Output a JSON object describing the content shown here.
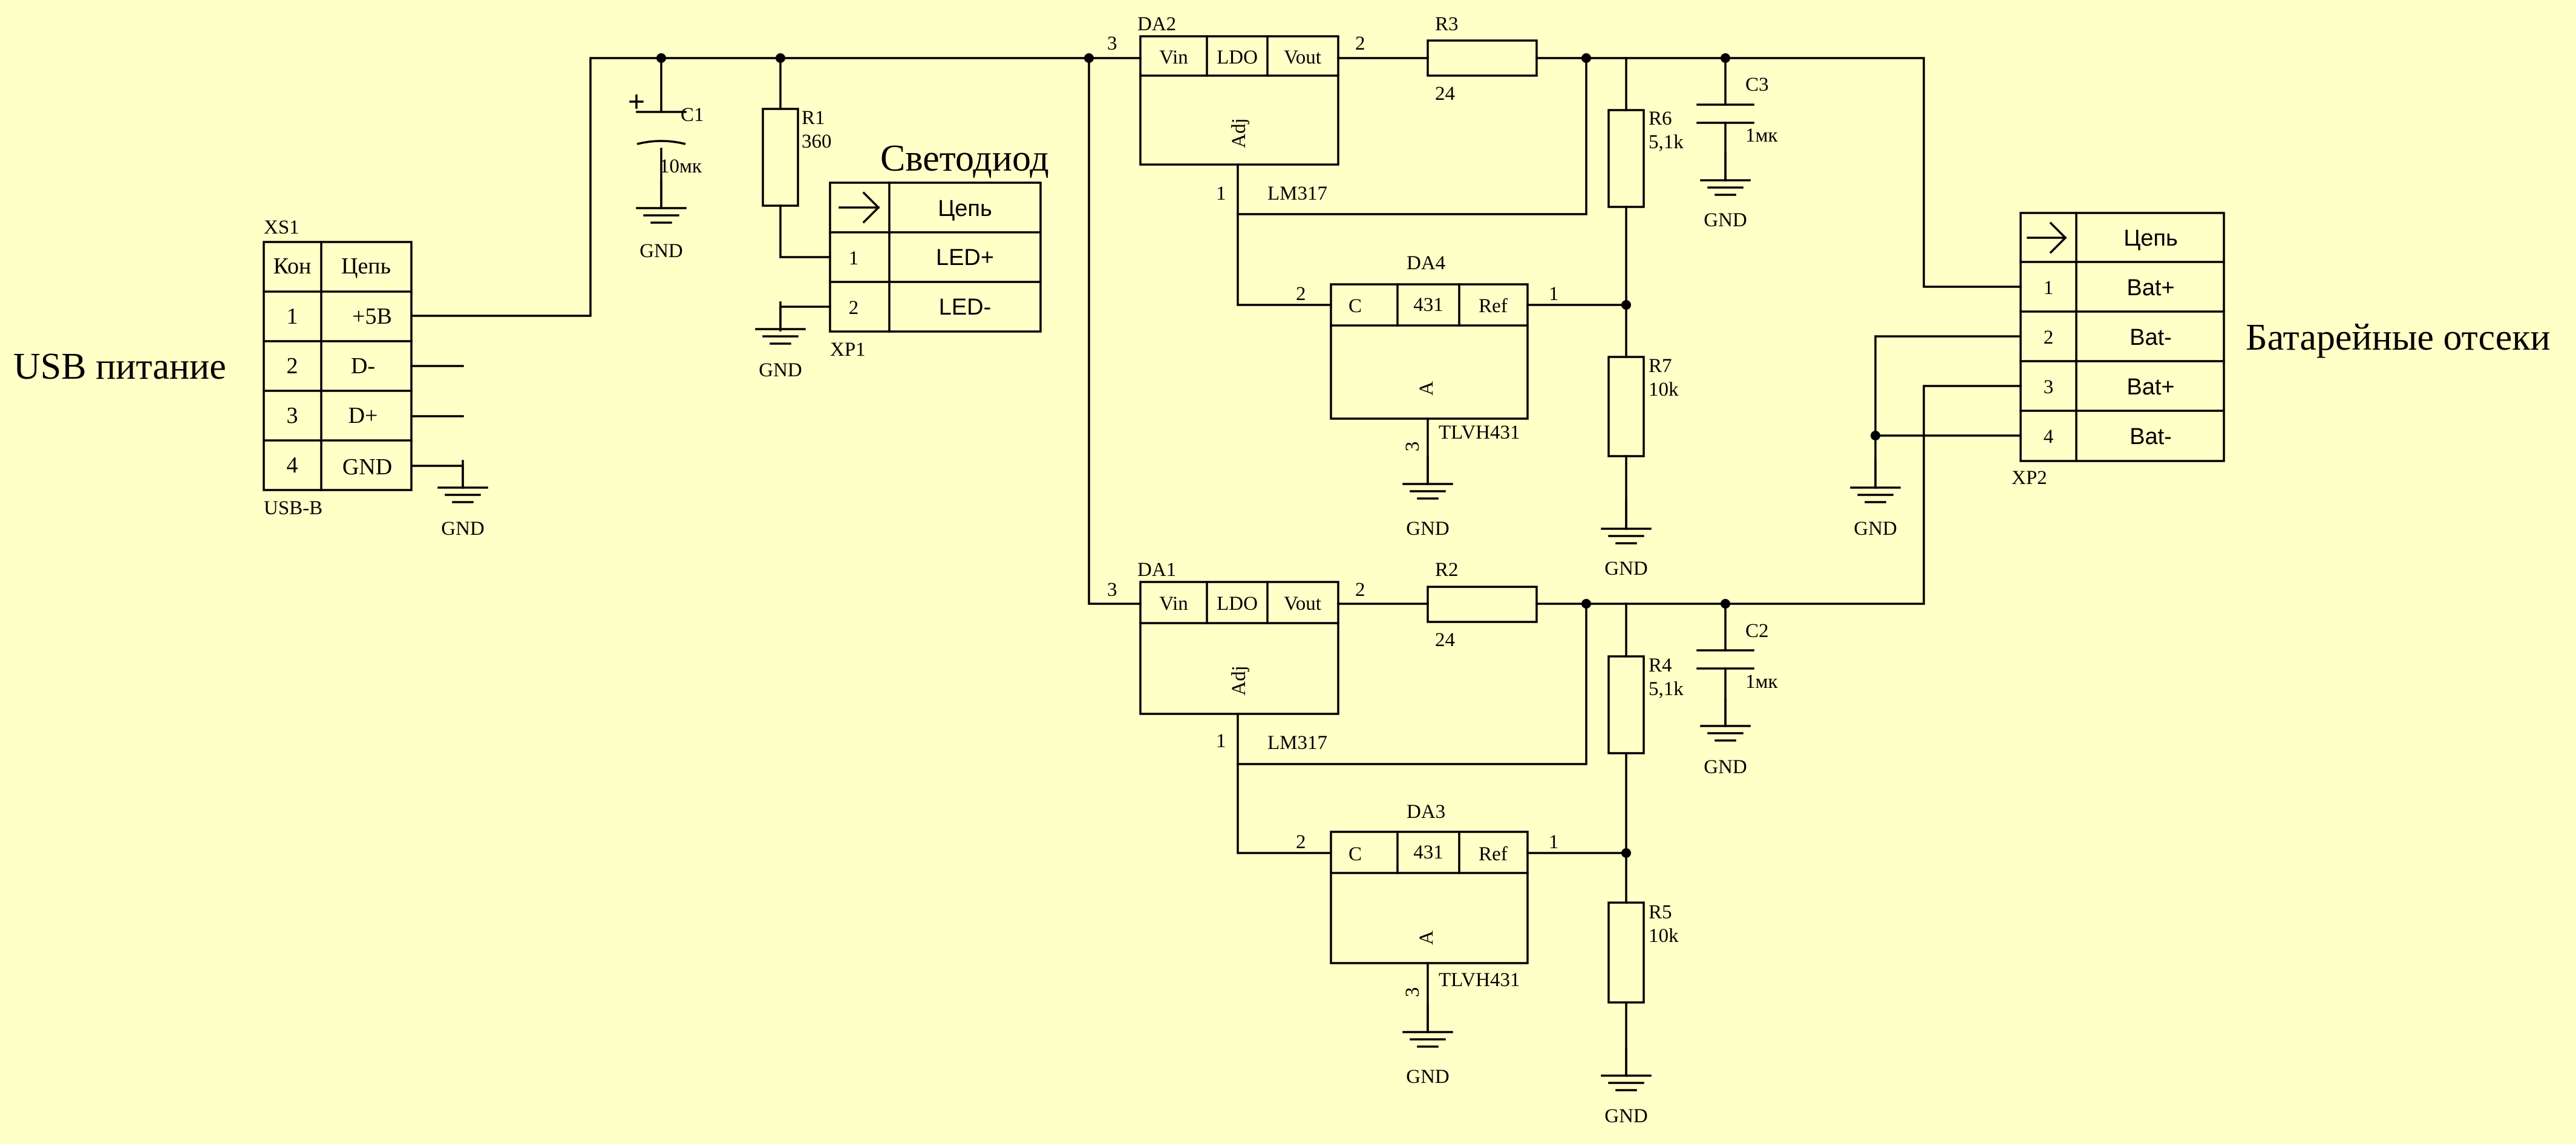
{
  "diagram": {
    "labels": {
      "usb_title": "USB питание",
      "led_title": "Светодиод",
      "battery_title": "Батарейные отсеки",
      "gnd": "GND"
    },
    "xs1": {
      "ref": "XS1",
      "type": "USB-B",
      "col_pin": "Кон",
      "col_net": "Цепь",
      "rows": [
        {
          "pin": "1",
          "net": "+5В"
        },
        {
          "pin": "2",
          "net": "D-"
        },
        {
          "pin": "3",
          "net": "D+"
        },
        {
          "pin": "4",
          "net": "GND"
        }
      ]
    },
    "xp1": {
      "ref": "XP1",
      "col_net": "Цепь",
      "rows": [
        {
          "pin": "1",
          "net": "LED+"
        },
        {
          "pin": "2",
          "net": "LED-"
        }
      ]
    },
    "xp2": {
      "ref": "XP2",
      "col_net": "Цепь",
      "rows": [
        {
          "pin": "1",
          "net": "Bat+"
        },
        {
          "pin": "2",
          "net": "Bat-"
        },
        {
          "pin": "3",
          "net": "Bat+"
        },
        {
          "pin": "4",
          "net": "Bat-"
        }
      ]
    },
    "c1": {
      "ref": "C1",
      "value": "10мк"
    },
    "r1": {
      "ref": "R1",
      "value": "360"
    },
    "da2": {
      "ref": "DA2",
      "part": "LM317",
      "vin": "Vin",
      "ldo": "LDO",
      "vout": "Vout",
      "adj": "Adj",
      "pin_in": "3",
      "pin_out": "2",
      "pin_adj": "1"
    },
    "da1": {
      "ref": "DA1",
      "part": "LM317",
      "vin": "Vin",
      "ldo": "LDO",
      "vout": "Vout",
      "adj": "Adj",
      "pin_in": "3",
      "pin_out": "2",
      "pin_adj": "1"
    },
    "da4": {
      "ref": "DA4",
      "part": "TLVH431",
      "c": "C",
      "mid": "431",
      "ref_pin": "Ref",
      "a": "A",
      "pin_c": "2",
      "pin_ref": "1",
      "pin_a": "3"
    },
    "da3": {
      "ref": "DA3",
      "part": "TLVH431",
      "c": "C",
      "mid": "431",
      "ref_pin": "Ref",
      "a": "A",
      "pin_c": "2",
      "pin_ref": "1",
      "pin_a": "3"
    },
    "r3": {
      "ref": "R3",
      "value": "24"
    },
    "r2": {
      "ref": "R2",
      "value": "24"
    },
    "r6": {
      "ref": "R6",
      "value": "5,1k"
    },
    "r7": {
      "ref": "R7",
      "value": "10k"
    },
    "r4": {
      "ref": "R4",
      "value": "5,1k"
    },
    "r5": {
      "ref": "R5",
      "value": "10k"
    },
    "c3": {
      "ref": "C3",
      "value": "1мк"
    },
    "c2": {
      "ref": "C2",
      "value": "1мк"
    }
  }
}
